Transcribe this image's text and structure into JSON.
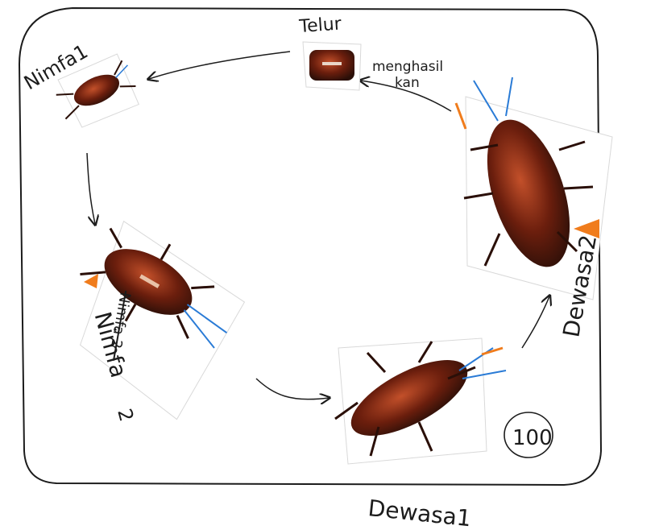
{
  "labels": {
    "telur": "Telur",
    "menghasilkan_line1": "menghasil",
    "menghasilkan_line2": "kan",
    "nimfa1": "Nimfa1",
    "nimfa2": "Nimfa",
    "nimfa2_number": "2",
    "nimfa2_crossed": "Nimfa 2",
    "dewasa1": "Dewasa1",
    "dewasa2": "Dewasa2",
    "score": "100"
  },
  "colors": {
    "ink": "#1c1c1c",
    "body_dark": "#2a0f08",
    "body_mid": "#6b1e0d",
    "body_light": "#c3502a",
    "antenna_blue": "#2a7bd6",
    "arrow_orange": "#f07c1c",
    "paper_shadow": "#d9d9d9"
  }
}
